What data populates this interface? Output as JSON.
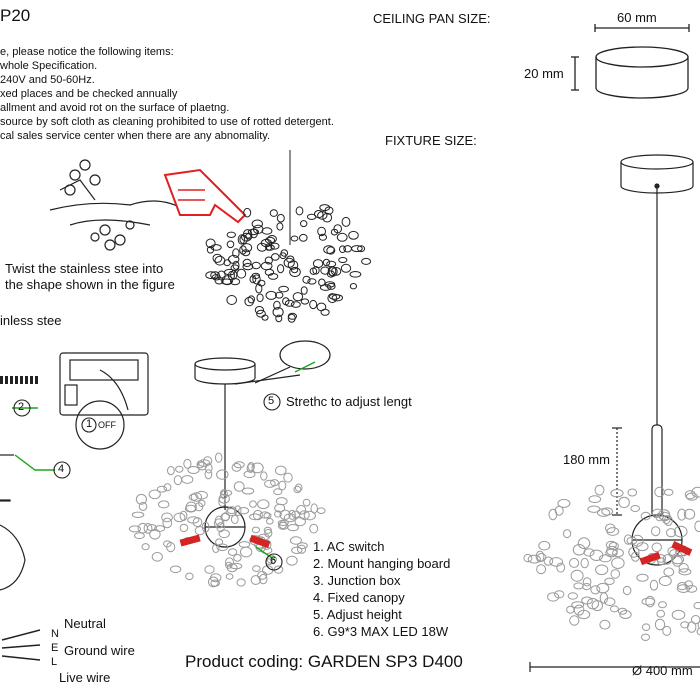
{
  "header": {
    "model_fragment": "P20",
    "ceiling_pan_label": "CEILING PAN  SIZE:",
    "fixture_size_label": "FIXTURE SIZE:"
  },
  "notice_lines": [
    "e, please notice the following items:",
    "whole Specification.",
    "240V and 50-60Hz.",
    "xed places and be checked annually",
    "allment and avoid rot on the surface of plaetng.",
    "source by soft cloth as cleaning prohibited to use of rotted detergent.",
    "cal sales service center when there are any abnomality."
  ],
  "dimensions": {
    "pan_width": "60 mm",
    "pan_height": "20 mm",
    "rod_height": "180 mm",
    "diameter": "Ø 400 mm"
  },
  "steps": {
    "twist_line1": "Twist  the  stainless  stee  into",
    "twist_line2": "the shape shown in the figure",
    "stainless_label": "inless stee",
    "stretch_label": "Strethc to adjust lengt",
    "off_label": "OFF"
  },
  "callouts": {
    "c1": "1",
    "c2": "2",
    "c4": "4",
    "c5": "5",
    "c6": "6"
  },
  "legend": [
    "1. AC switch",
    "2. Mount hanging board",
    "3. Junction box",
    "4. Fixed canopy",
    "5. Adjust height",
    "6. G9*3 MAX LED 18W"
  ],
  "wiring": {
    "neutral": "Neutral",
    "ground": "Ground wire",
    "live": "Live wire",
    "n": "N",
    "e": "E",
    "l": "L"
  },
  "product_coding": "Product coding: GARDEN SP3 D400",
  "colors": {
    "line": "#222222",
    "hand_red": "#e02020",
    "callout_green": "#1aa51a",
    "bulb_red": "#d42424",
    "bead_grey": "#9a9a9a"
  }
}
